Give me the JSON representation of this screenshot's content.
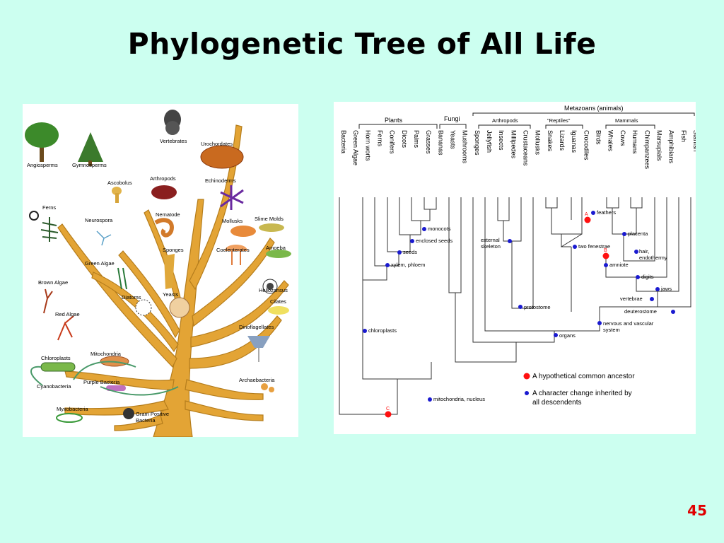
{
  "slide": {
    "title": "Phylogenetic Tree of All Life",
    "number": "45"
  },
  "left_tree": {
    "labels": {
      "angiosperms": "Angiosperms",
      "gymnosperms": "Gymnosperms",
      "vertebrates": "Vertebrates",
      "urochordates": "Urochordates",
      "ascobolus": "Ascobolus",
      "arthropods": "Arthropods",
      "echinoderms": "Echinoderms",
      "ferns": "Ferns",
      "neurospora": "Neurospora",
      "nematode": "Nematode",
      "mollusks": "Mollusks",
      "slime_molds": "Slime Molds",
      "green_algae": "Green Algae",
      "sponges": "Sponges",
      "coelenterates": "Coelenterates",
      "amoeba": "Amoeba",
      "heliozansus": "Heliozansus",
      "brown_algae": "Brown Algae",
      "diatoms": "Diatoms",
      "yeasts": "Yeasts",
      "cilates": "Cilates",
      "red_algae": "Red Algae",
      "dinoflagellates": "Dinoflagellates",
      "chloroplasts": "Chloroplasts",
      "mitochondria": "Mitochondria",
      "cyanobacteria": "Cyanobacteria",
      "purple_bacteria": "Purple Bacteria",
      "archaebacteria": "Archaebacteria",
      "myxobacteria": "Myxobacteria",
      "gram_positive": "Gram Positive",
      "bacteria": "Bacteria"
    }
  },
  "cladogram": {
    "groups": {
      "plants": "Plants",
      "fungi": "Fungi",
      "metazoans": "Metazoans (animals)",
      "arthropods": "Arthropods",
      "reptiles": "\"Reptiles\"",
      "mammals": "Mammals"
    },
    "taxa": [
      "Bacteria",
      "Green Algae",
      "Horn worts",
      "Ferns",
      "Conifers",
      "Dicots",
      "Palms",
      "Grasses",
      "Bananas",
      "Yeasts",
      "Mushrooms",
      "Sponges",
      "Jellyfish",
      "Insects",
      "Millipedes",
      "Crustaceans",
      "Mollusks",
      "Snakes",
      "Lizards",
      "Iguanas",
      "Crocodiles",
      "Birds",
      "Whales",
      "Cows",
      "Humans",
      "Chimpanzees",
      "Marsupials",
      "Amphibians",
      "Fish",
      "Starfish"
    ],
    "characters": {
      "monocots": "monocots",
      "enclosed_seeds": "enclosed seeds",
      "seeds": "seeds",
      "xylem": "xylem, phloem",
      "chloroplasts": "chloroplasts",
      "mito": "mitochondria, nucleus",
      "ext_skel_1": "external",
      "ext_skel_2": "skeleton",
      "protostome": "protostome",
      "organs": "organs",
      "nervous_1": "nervous and vascular",
      "nervous_2": "system",
      "feathers": "feathers",
      "two_fen": "two fenestrae",
      "amniote": "amniote",
      "placenta": "placenta",
      "hair_1": "hair,",
      "hair_2": "endothermy",
      "digits": "digits",
      "jaws": "jaws",
      "vertebrae": "vertebrae",
      "deuterostome": "deuterostome"
    },
    "ancestors": {
      "a": "A",
      "b": "B",
      "c": "C"
    },
    "legend": {
      "red": "A hypothetical common ancestor",
      "blue_1": "A character change inherited by",
      "blue_2": "all descendents"
    },
    "colors": {
      "ancestor": "#ff1010",
      "character": "#1a1ad0",
      "line": "#222222"
    }
  }
}
